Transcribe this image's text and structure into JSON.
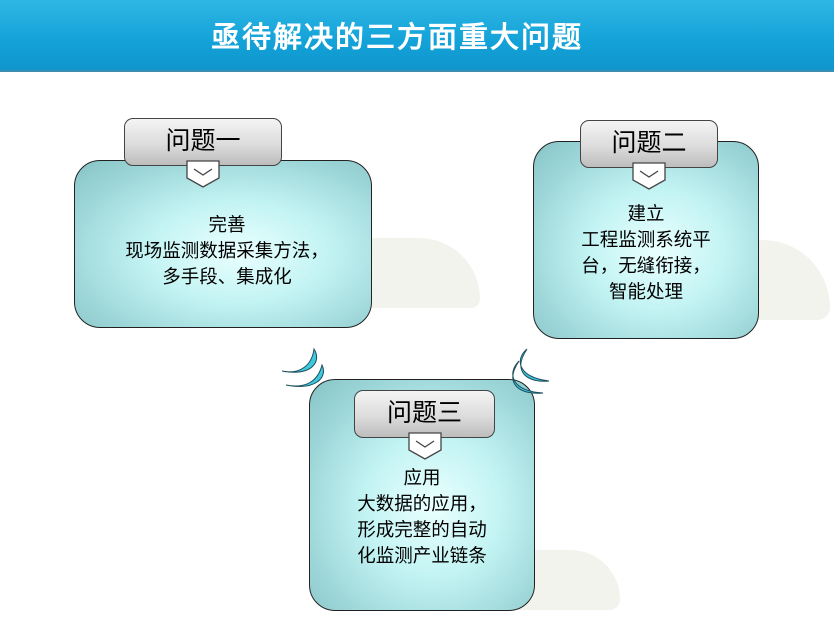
{
  "title": "亟待解决的三方面重大问题",
  "colors": {
    "title_bar": "#13a2d8",
    "card_fill": "#a6dcdd",
    "tab_fill": "#d6d6d6",
    "swoosh": "#3ec8e0"
  },
  "problems": [
    {
      "label": "问题一",
      "lines": [
        "完善",
        "现场监测数据采集方法，",
        "多手段、集成化"
      ]
    },
    {
      "label": "问题二",
      "lines": [
        "建立",
        "工程监测系统平",
        "台，无缝衔接，",
        "智能处理"
      ]
    },
    {
      "label": "问题三",
      "lines": [
        "应用",
        "大数据的应用，",
        "形成完整的自动",
        "化监测产业链条"
      ]
    }
  ],
  "icons": [
    "arrow-connector-icon",
    "arrow-connector-icon"
  ]
}
